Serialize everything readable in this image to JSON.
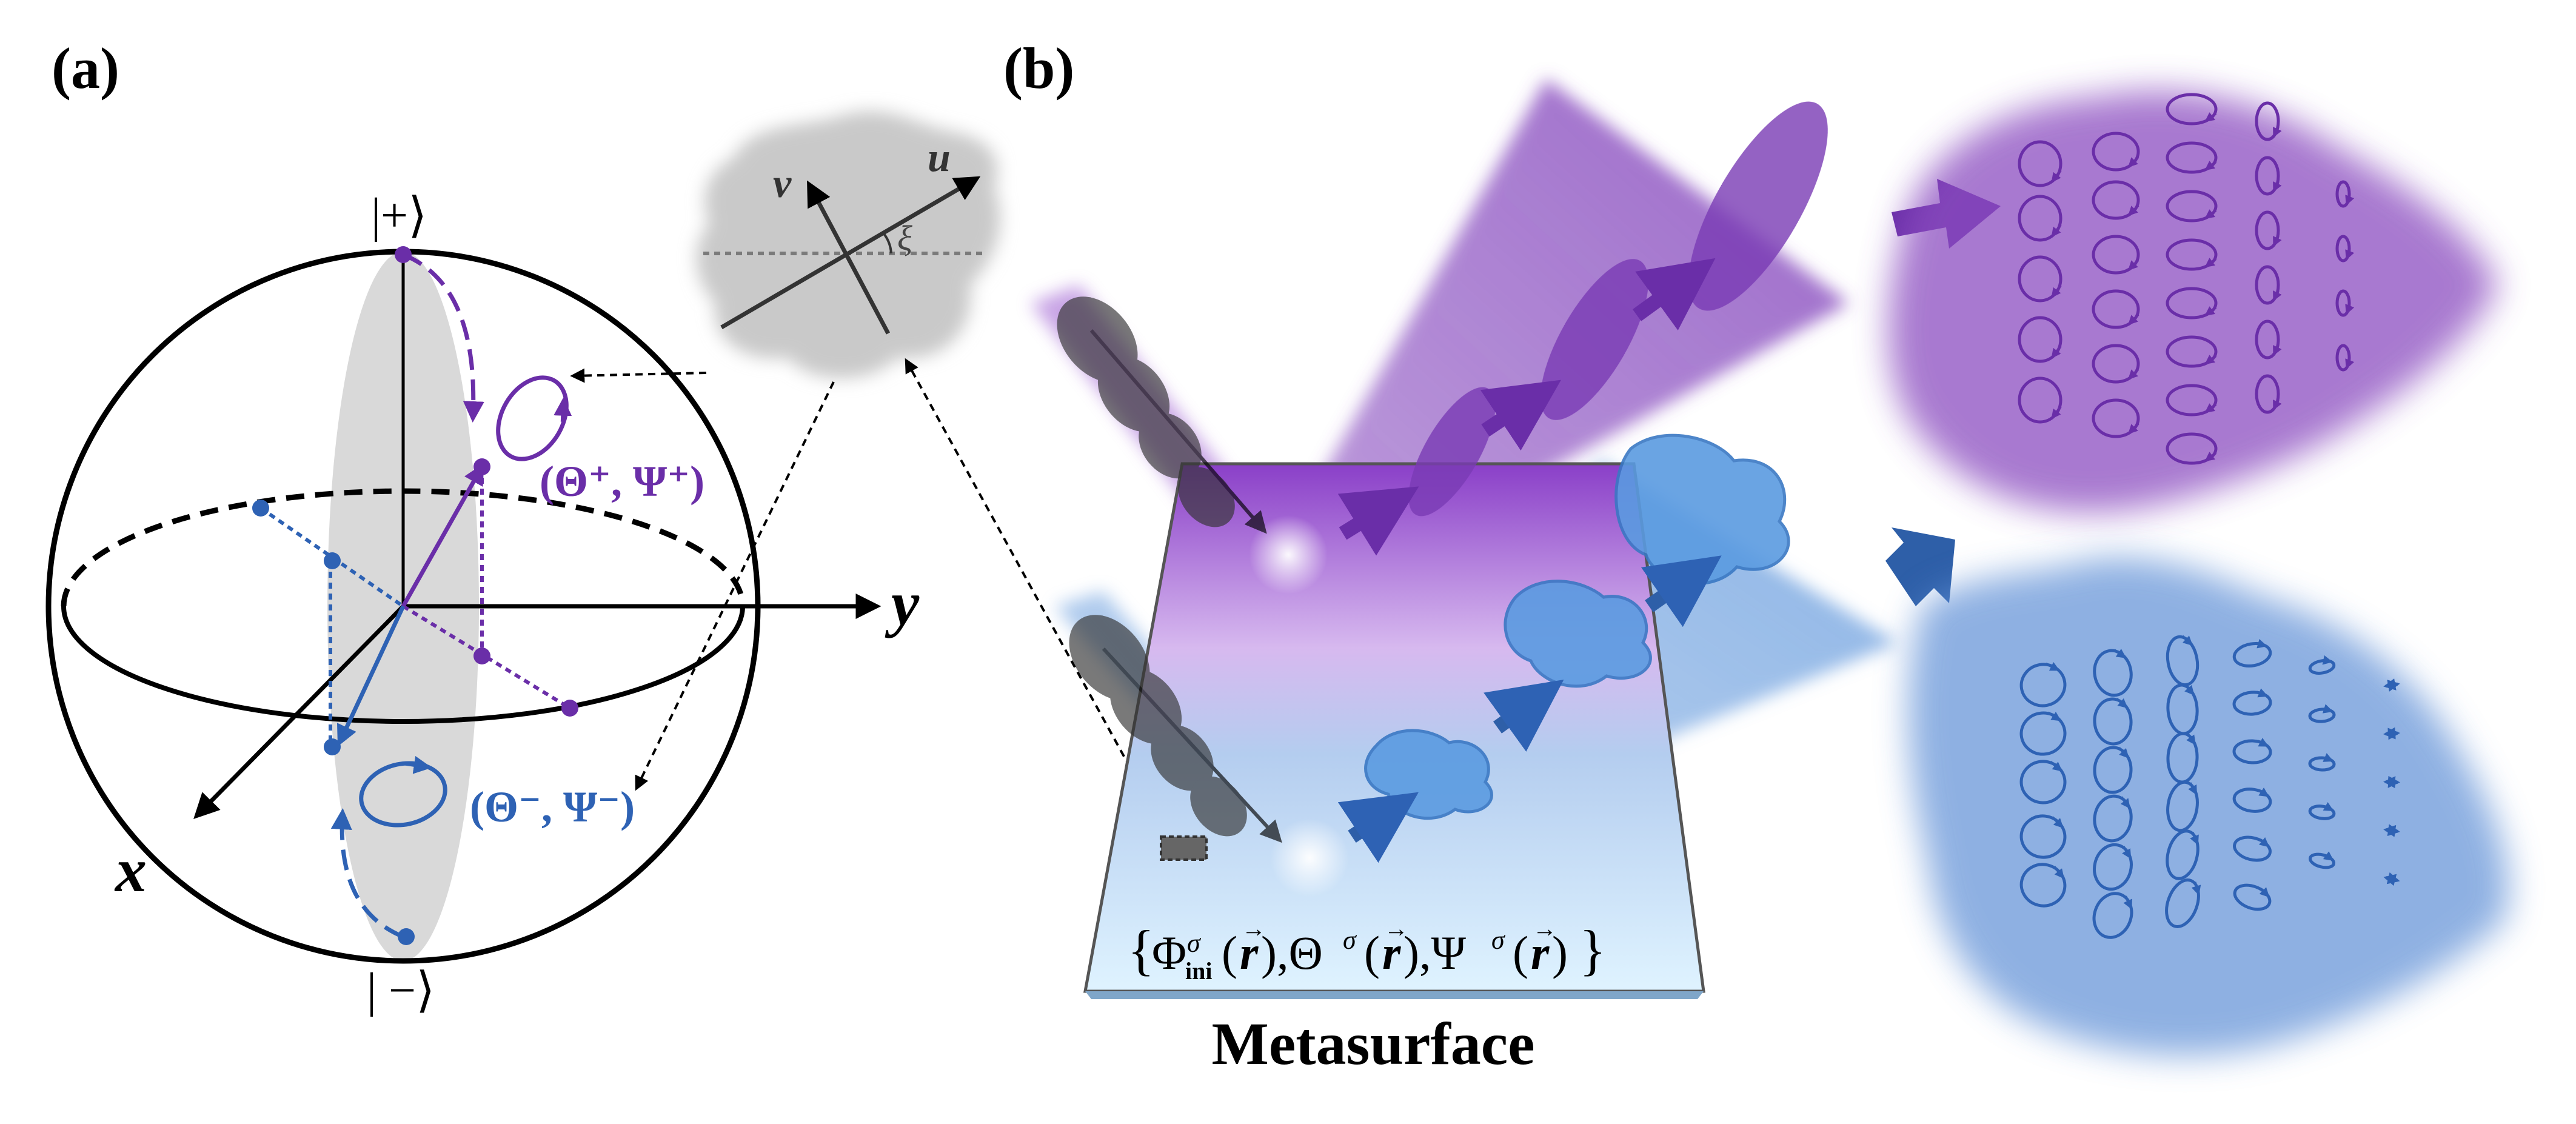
{
  "panel_a": {
    "label": "(a)",
    "ket_plus": "|+⟩",
    "ket_minus": "| −⟩",
    "axis_x": "x",
    "axis_y": "y",
    "state_plus": "(Θ⁺, Ψ⁺)",
    "state_minus": "(Θ⁻, Ψ⁻)",
    "inset_axis_u": "u",
    "inset_axis_v": "v",
    "inset_angle": "ξ"
  },
  "panel_b": {
    "label": "(b)",
    "metasurface_label": "Metasurface"
  },
  "colors": {
    "purple": "#6a2ea8",
    "blue": "#2e62b4",
    "sphere_shade": "#d9d9d9"
  }
}
